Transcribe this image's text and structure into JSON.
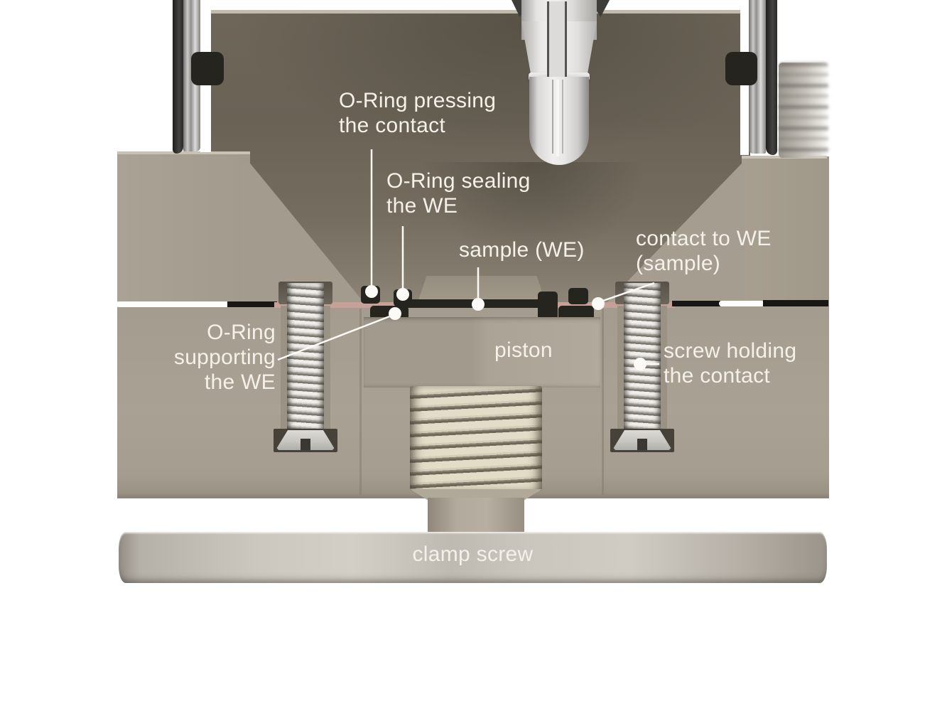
{
  "diagram": {
    "labels": {
      "oring_pressing": "O-Ring pressing\nthe contact",
      "oring_sealing": "O-Ring sealing\nthe WE",
      "sample": "sample (WE)",
      "contact_to_we": "contact to WE\n(sample)",
      "oring_supporting": "O-Ring\nsupporting\nthe WE",
      "piston": "piston",
      "screw_holding": "screw holding\nthe contact",
      "clamp_screw": "clamp screw"
    },
    "colors": {
      "label-text": "#f4f1ea",
      "leader-white": "#fbfaf6",
      "body-dark": "#6b6457",
      "body-light": "#a69e90",
      "sample-pink": "#c7a098",
      "oring-black": "#26241f",
      "thread-cream": "#e3dcc8",
      "metal-light": "#d3cfc7"
    }
  }
}
